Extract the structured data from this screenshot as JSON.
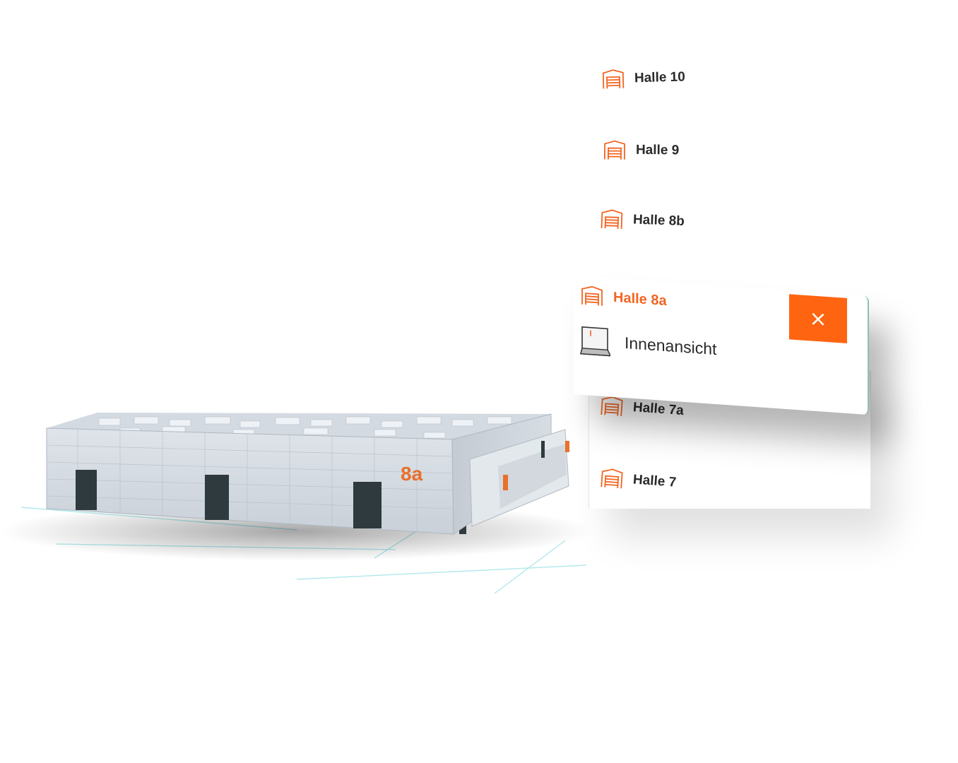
{
  "colors": {
    "accent": "#ff6411",
    "accent_text": "#f26522",
    "text": "#2a2a2a",
    "frame": "#8fbdb8"
  },
  "building": {
    "sign": "8a"
  },
  "halls": [
    {
      "id": "10",
      "label": "Halle 10",
      "icon": "warehouse-icon"
    },
    {
      "id": "9",
      "label": "Halle 9",
      "icon": "warehouse-icon"
    },
    {
      "id": "8b",
      "label": "Halle 8b",
      "icon": "warehouse-icon"
    },
    {
      "id": "8a",
      "label": "Halle 8a",
      "icon": "warehouse-icon",
      "selected": true
    },
    {
      "id": "7a",
      "label": "Halle 7a",
      "icon": "warehouse-icon"
    },
    {
      "id": "7",
      "label": "Halle 7",
      "icon": "warehouse-icon"
    }
  ],
  "selected": {
    "close_label": "×",
    "interior_label": "Innenansicht",
    "interior_icon": "keyboard-key-icon"
  }
}
